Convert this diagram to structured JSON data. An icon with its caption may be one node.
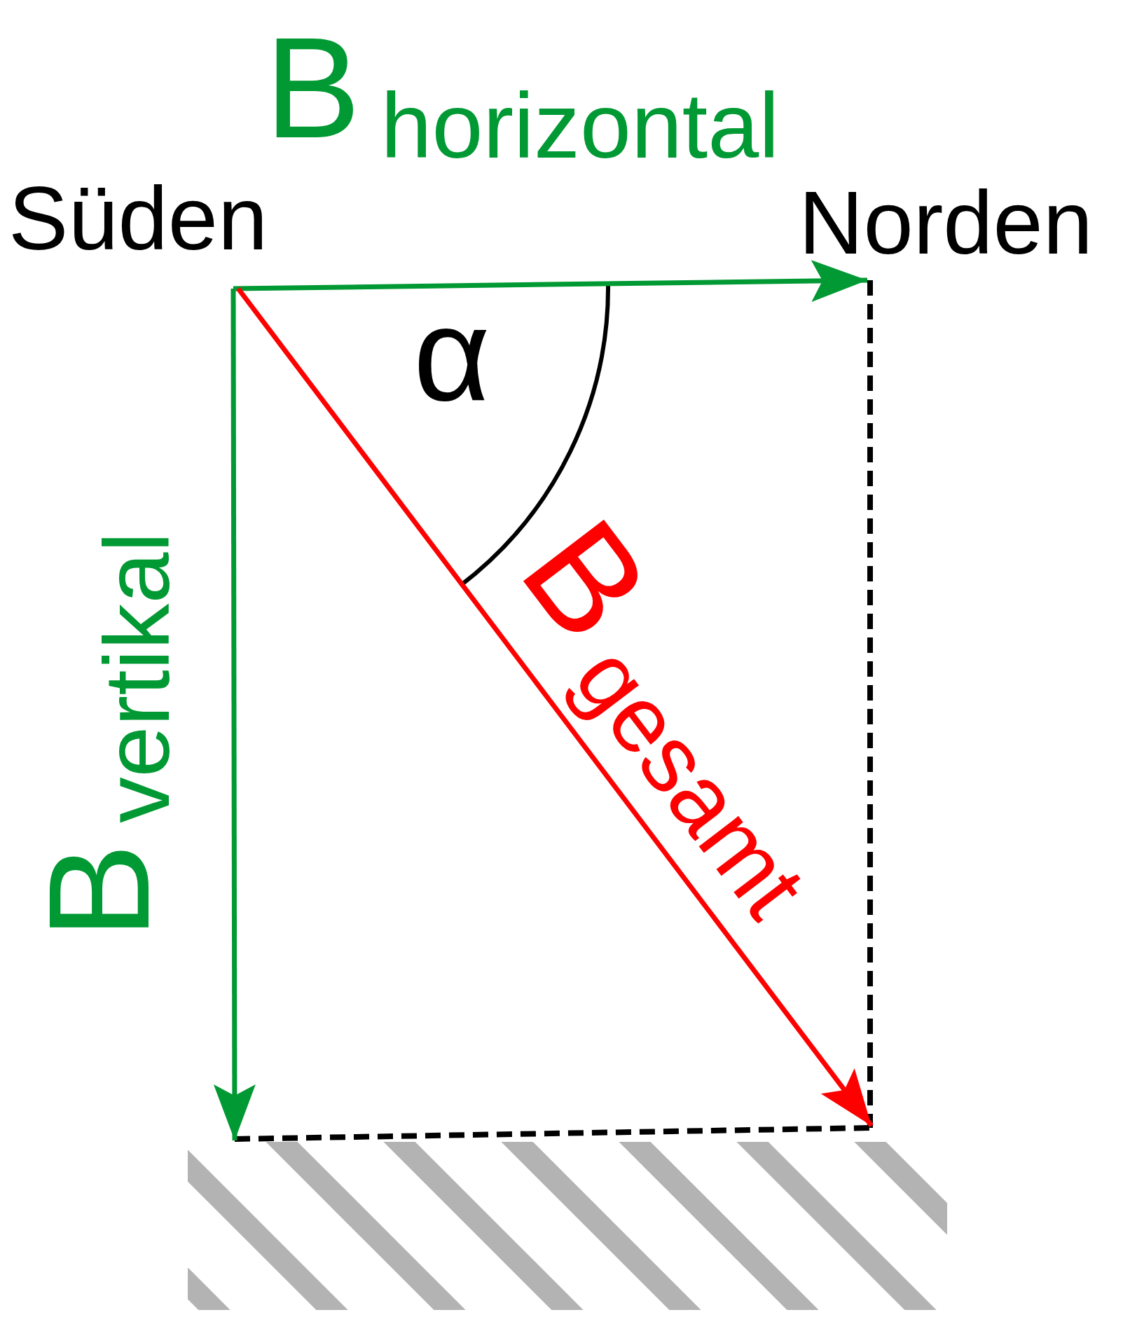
{
  "diagram": {
    "labels": [
      "B$_{horizontal}$",
      "Süden",
      "Norden",
      "α",
      "B$_{vertikal}$",
      "B$_{gesamt}$"
    ]
  }
}
